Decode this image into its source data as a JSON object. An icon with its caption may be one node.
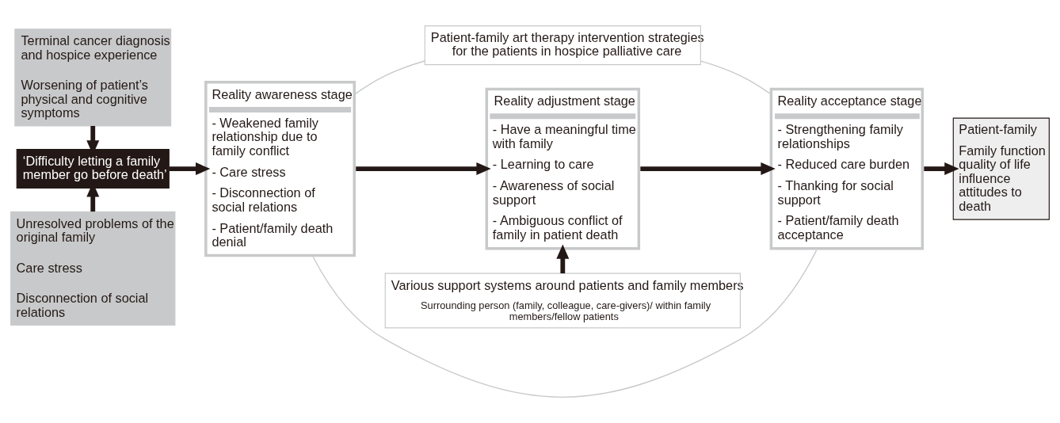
{
  "diagram": {
    "nodes": [
      {
        "text": [
          "Terminal cancer diagnosis and hospice experience",
          "Worsening of patient’s physical and cognitive symptoms"
        ]
      },
      {
        "text": [
          "‘Difficulty letting a family member go before death’"
        ]
      },
      {
        "text": [
          "Unresolved problems of the original family",
          "Care stress",
          "Disconnection of social relations"
        ]
      },
      {
        "text": [
          "Patient-family art therapy intervention strategies for the patients in hospice palliative care"
        ]
      },
      {
        "text": [
          "Reality awareness stage",
          "- Weakened family relationship due to family conflict",
          "- Care stress",
          "- Disconnection of social relations",
          "- Patient/family death denial"
        ]
      },
      {
        "text": [
          "Reality adjustment stage",
          "- Have a meaningful time with family",
          "- Learning to care",
          "- Awareness of social support",
          "- Ambiguous conflict of family in patient death"
        ]
      },
      {
        "text": [
          "Reality acceptance stage",
          "- Strengthening family relationships",
          "- Reduced care burden",
          "- Thanking for social support",
          "- Patient/family death acceptance"
        ]
      },
      {
        "text": [
          "Patient-family",
          "Family function quality of life influence attitudes to death"
        ]
      },
      {
        "text": [
          "Various support systems around patients and family members",
          "Surrounding person (family, colleague, care-givers)/ within family members/fellow patients"
        ]
      }
    ],
    "edges": [
      {
        "from": 0,
        "to": 1,
        "arrow": "to"
      },
      {
        "from": 2,
        "to": 1,
        "arrow": "to"
      },
      {
        "from": 1,
        "to": 4,
        "arrow": "to"
      },
      {
        "from": 4,
        "to": 5,
        "arrow": "to"
      },
      {
        "from": 5,
        "to": 6,
        "arrow": "to"
      },
      {
        "from": 6,
        "to": 7,
        "arrow": "to"
      },
      {
        "from": 3,
        "to": 4,
        "arrow": "none",
        "color": "#c8c9ca"
      },
      {
        "from": 3,
        "to": 6,
        "arrow": "none",
        "color": "#c8c9ca"
      },
      {
        "from": 4,
        "to": 6,
        "arrow": "none",
        "color": "#c8c9ca"
      },
      {
        "from": 8,
        "to": 5,
        "arrow": "to"
      }
    ]
  }
}
